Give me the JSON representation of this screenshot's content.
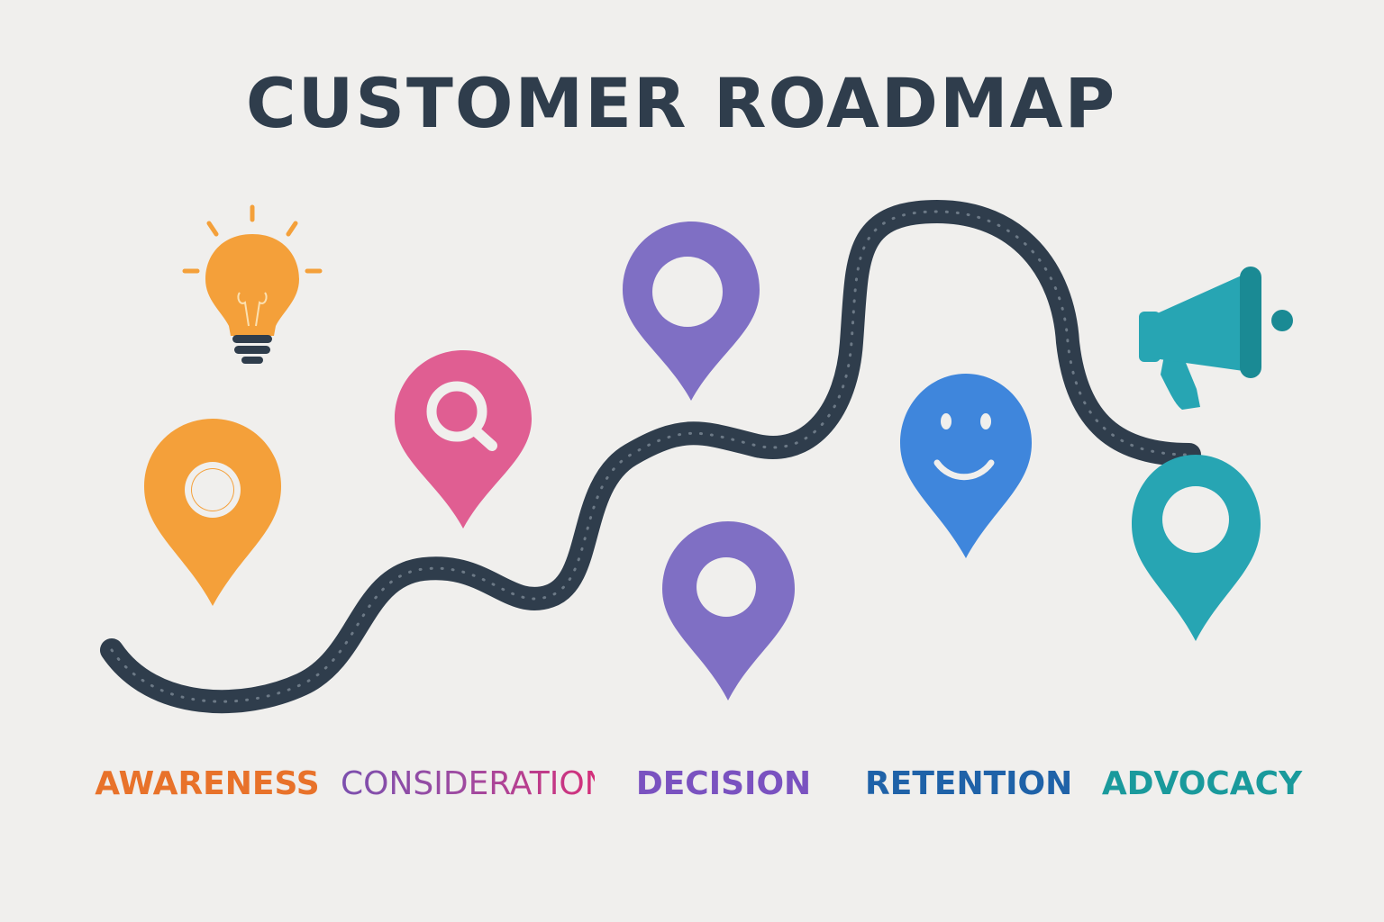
{
  "title": "CUSTOMER ROADMAP",
  "stages": [
    {
      "label": "AWARENESS",
      "color": "#e8722a",
      "icon": "lightbulb-icon",
      "pin_color": "#f4a03a"
    },
    {
      "label": "CONSIDERATION",
      "color": "#a04aa0",
      "icon": "magnifier-icon",
      "pin_color": "#e05e92"
    },
    {
      "label": "DECISION",
      "color": "#7a52c0",
      "icon": "location-pin-icon",
      "pin_color": "#7f6fc4"
    },
    {
      "label": "RETENTION",
      "color": "#1f62a8",
      "icon": "smiley-face-icon",
      "pin_color": "#3f86dc"
    },
    {
      "label": "ADVOCACY",
      "color": "#1a9a9c",
      "icon": "megaphone-icon",
      "pin_color": "#27a5b3"
    }
  ],
  "colors": {
    "background": "#f0efed",
    "title": "#2f3d4c",
    "road": "#2f3d4c"
  }
}
